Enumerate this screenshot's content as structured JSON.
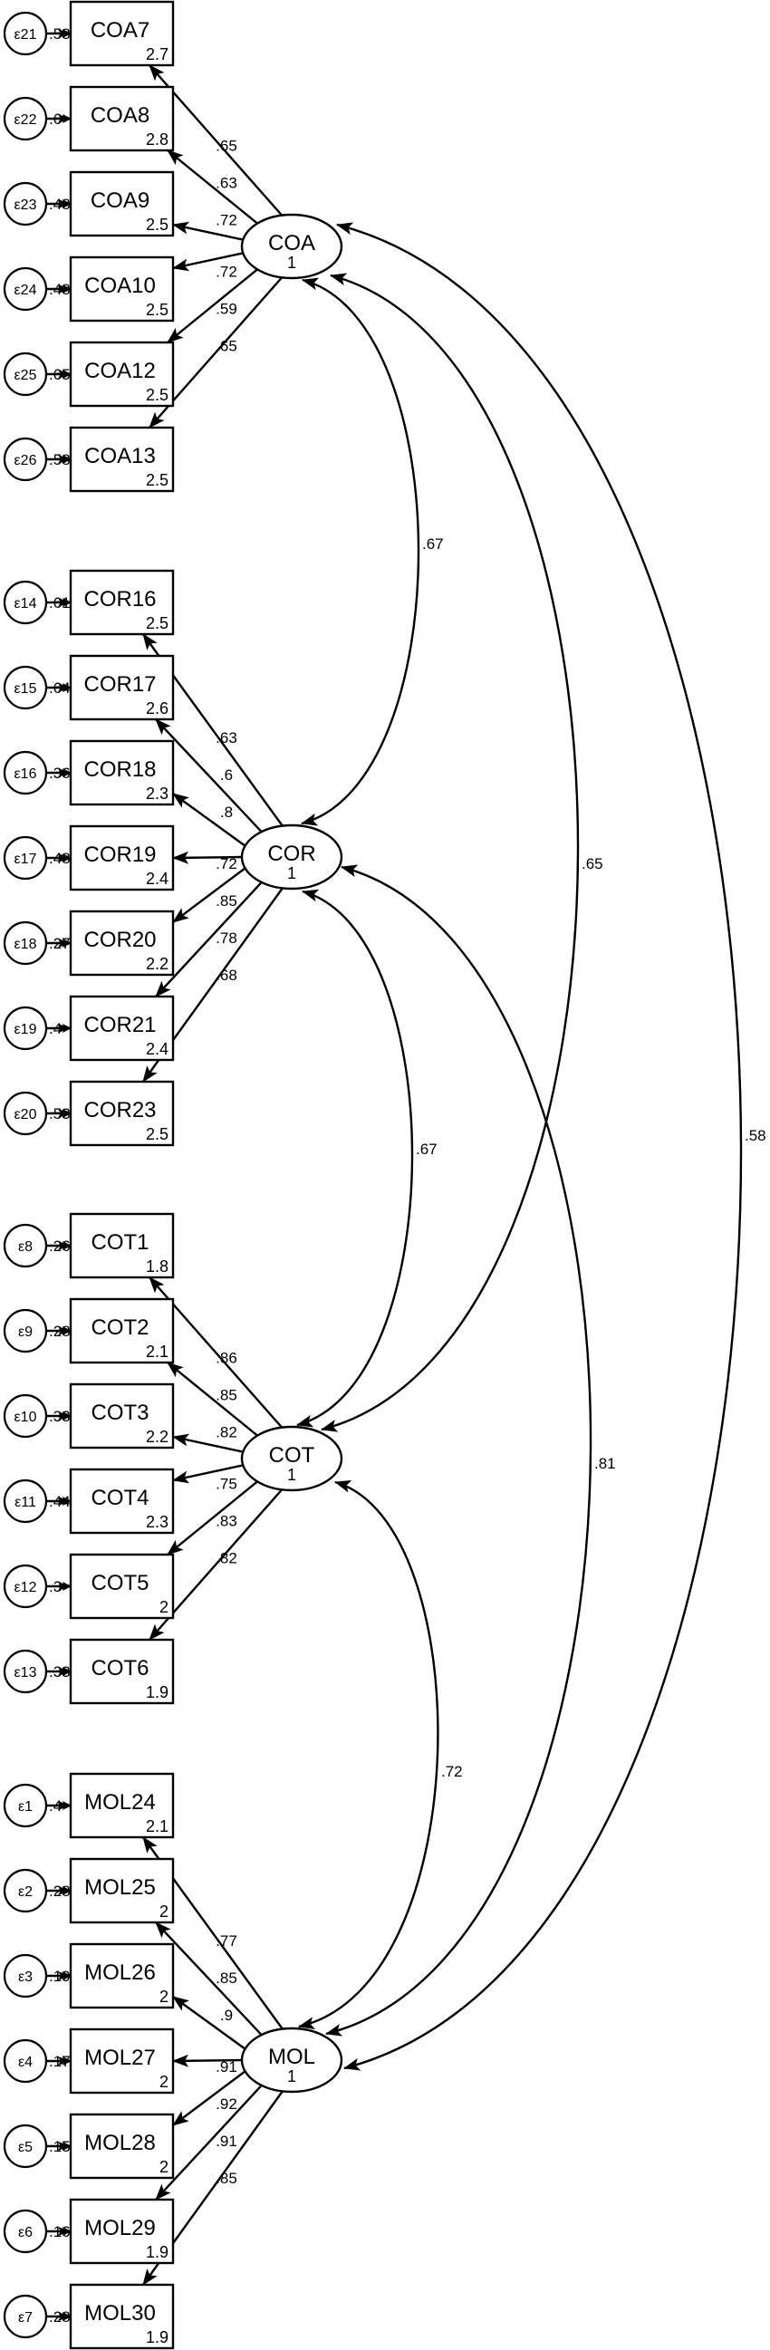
{
  "title": "Confirmatory factor analysis path diagram",
  "latent_factors": [
    {
      "name": "COA",
      "variance": "1",
      "indicators": [
        {
          "name": "COA7",
          "intercept": "2.7",
          "loading": ".65",
          "error": "ε21",
          "error_variance": ".58"
        },
        {
          "name": "COA8",
          "intercept": "2.8",
          "loading": ".63",
          "error": "ε22",
          "error_variance": ".6"
        },
        {
          "name": "COA9",
          "intercept": "2.5",
          "loading": ".72",
          "error": "ε23",
          "error_variance": ".48"
        },
        {
          "name": "COA10",
          "intercept": "2.5",
          "loading": ".72",
          "error": "ε24",
          "error_variance": ".48"
        },
        {
          "name": "COA12",
          "intercept": "2.5",
          "loading": ".59",
          "error": "ε25",
          "error_variance": ".65"
        },
        {
          "name": "COA13",
          "intercept": "2.5",
          "loading": ".65",
          "error": "ε26",
          "error_variance": ".58"
        }
      ]
    },
    {
      "name": "COR",
      "variance": "1",
      "indicators": [
        {
          "name": "COR16",
          "intercept": "2.5",
          "loading": ".63",
          "error": "ε14",
          "error_variance": ".61"
        },
        {
          "name": "COR17",
          "intercept": "2.6",
          "loading": ".6",
          "error": "ε15",
          "error_variance": ".64"
        },
        {
          "name": "COR18",
          "intercept": "2.3",
          "loading": ".8",
          "error": "ε16",
          "error_variance": ".36"
        },
        {
          "name": "COR19",
          "intercept": "2.4",
          "loading": ".72",
          "error": "ε17",
          "error_variance": ".48"
        },
        {
          "name": "COR20",
          "intercept": "2.2",
          "loading": ".85",
          "error": "ε18",
          "error_variance": ".27"
        },
        {
          "name": "COR21",
          "intercept": "2.4",
          "loading": ".78",
          "error": "ε19",
          "error_variance": ".4"
        },
        {
          "name": "COR23",
          "intercept": "2.5",
          "loading": ".68",
          "error": "ε20",
          "error_variance": ".53"
        }
      ]
    },
    {
      "name": "COT",
      "variance": "1",
      "indicators": [
        {
          "name": "COT1",
          "intercept": "1.8",
          "loading": ".86",
          "error": "ε8",
          "error_variance": ".26"
        },
        {
          "name": "COT2",
          "intercept": "2.1",
          "loading": ".85",
          "error": "ε9",
          "error_variance": ".28"
        },
        {
          "name": "COT3",
          "intercept": "2.2",
          "loading": ".82",
          "error": "ε10",
          "error_variance": ".33"
        },
        {
          "name": "COT4",
          "intercept": "2.3",
          "loading": ".75",
          "error": "ε11",
          "error_variance": ".44"
        },
        {
          "name": "COT5",
          "intercept": "2",
          "loading": ".83",
          "error": "ε12",
          "error_variance": ".3"
        },
        {
          "name": "COT6",
          "intercept": "1.9",
          "loading": ".82",
          "error": "ε13",
          "error_variance": ".33"
        }
      ]
    },
    {
      "name": "MOL",
      "variance": "1",
      "indicators": [
        {
          "name": "MOL24",
          "intercept": "2.1",
          "loading": ".77",
          "error": "ε1",
          "error_variance": ".4"
        },
        {
          "name": "MOL25",
          "intercept": "2",
          "loading": ".85",
          "error": "ε2",
          "error_variance": ".28"
        },
        {
          "name": "MOL26",
          "intercept": "2",
          "loading": ".9",
          "error": "ε3",
          "error_variance": ".19"
        },
        {
          "name": "MOL27",
          "intercept": "2",
          "loading": ".91",
          "error": "ε4",
          "error_variance": ".17"
        },
        {
          "name": "MOL28",
          "intercept": "2",
          "loading": ".92",
          "error": "ε5",
          "error_variance": ".15"
        },
        {
          "name": "MOL29",
          "intercept": "1.9",
          "loading": ".91",
          "error": "ε6",
          "error_variance": ".16"
        },
        {
          "name": "MOL30",
          "intercept": "1.9",
          "loading": ".85",
          "error": "ε7",
          "error_variance": ".28"
        }
      ]
    }
  ],
  "correlations": [
    {
      "from": "COA",
      "to": "COR",
      "value": ".67"
    },
    {
      "from": "COR",
      "to": "COT",
      "value": ".67"
    },
    {
      "from": "COT",
      "to": "MOL",
      "value": ".72"
    },
    {
      "from": "COA",
      "to": "COT",
      "value": ".65"
    },
    {
      "from": "COR",
      "to": "MOL",
      "value": ".81"
    },
    {
      "from": "COA",
      "to": "MOL",
      "value": ".58"
    }
  ]
}
